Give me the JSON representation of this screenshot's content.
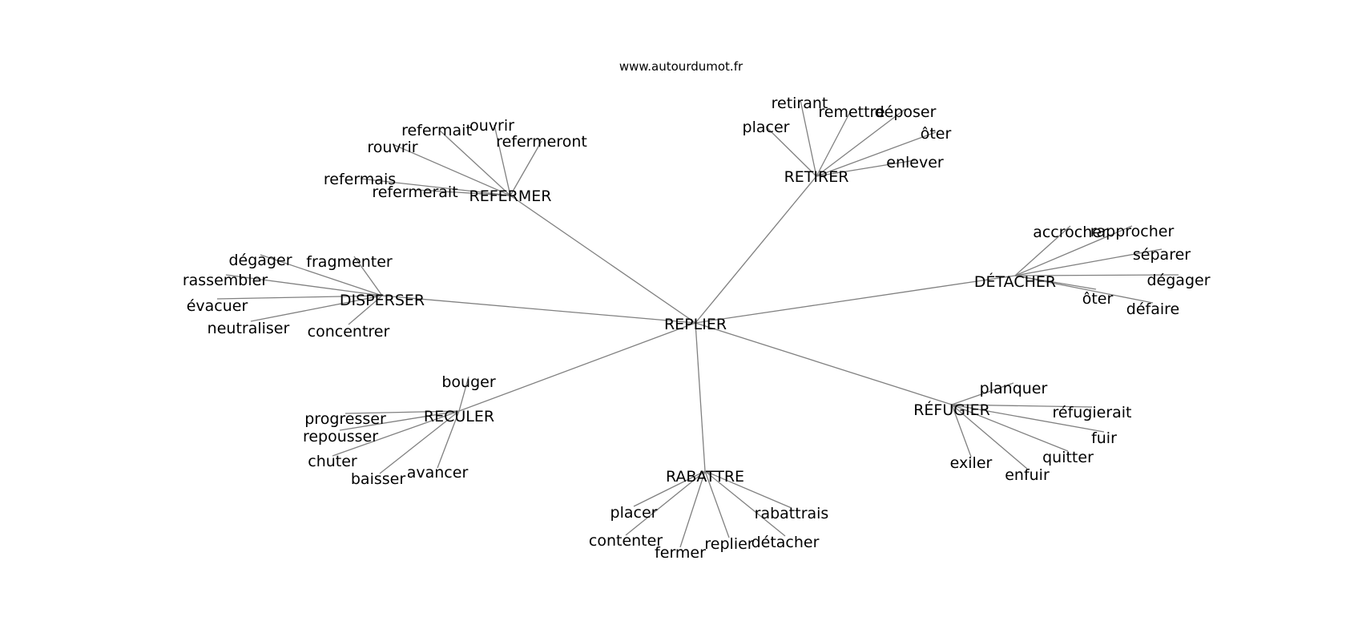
{
  "site": "www.autourdumot.fr",
  "graph": {
    "center": "REPLIER",
    "groups": [
      {
        "hub": "REFERMER",
        "words": [
          "refermait",
          "ouvrir",
          "refermeront",
          "rouvrir",
          "refermais",
          "refermerait"
        ]
      },
      {
        "hub": "RETIRER",
        "words": [
          "retirant",
          "remettre",
          "déposer",
          "placer",
          "ôter",
          "enlever"
        ]
      },
      {
        "hub": "DISPERSER",
        "words": [
          "dégager",
          "fragmenter",
          "rassembler",
          "évacuer",
          "neutraliser",
          "concentrer"
        ]
      },
      {
        "hub": "DÉTACHER",
        "words": [
          "accrocher",
          "rapprocher",
          "séparer",
          "dégager",
          "ôter",
          "défaire"
        ]
      },
      {
        "hub": "RECULER",
        "words": [
          "bouger",
          "progresser",
          "repousser",
          "chuter",
          "baisser",
          "avancer"
        ]
      },
      {
        "hub": "RÉFUGIER",
        "words": [
          "planquer",
          "réfugierait",
          "fuir",
          "quitter",
          "exiler",
          "enfuir"
        ]
      },
      {
        "hub": "RABATTRE",
        "words": [
          "placer",
          "rabattrais",
          "contenter",
          "fermer",
          "replier",
          "détacher"
        ]
      }
    ]
  }
}
